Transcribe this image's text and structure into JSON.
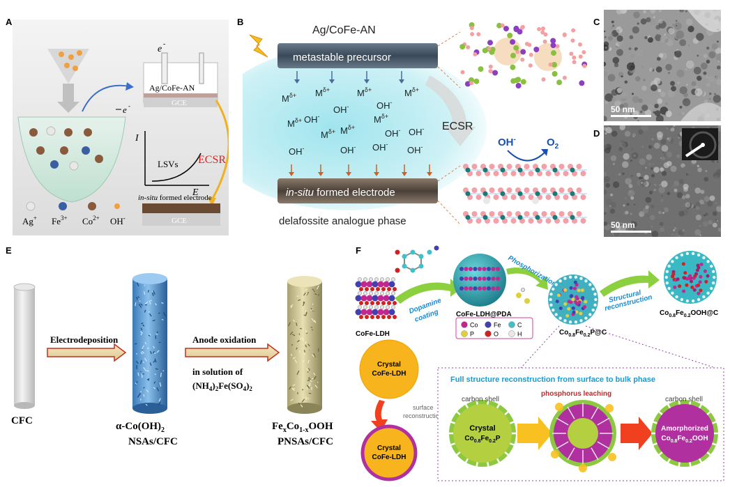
{
  "panels": {
    "a": "A",
    "b": "B",
    "c": "C",
    "d": "D",
    "e": "E",
    "f": "F"
  },
  "panel_a": {
    "electron_top": "e",
    "electron_top_sup": "-",
    "electron_left": "e",
    "electron_left_sup": "-",
    "catalyst_label": "Ag/CoFe-AN",
    "electrode_label": "GCE",
    "axis_y": "I",
    "axis_x": "E",
    "curve_label": "LSVs",
    "process_label": "ECSR",
    "formed_label_italic": "in-situ",
    "formed_label_rest": " formed electrode",
    "electrode_label_bottom": "GCE",
    "legend": [
      {
        "ion": "Ag",
        "sup": "+",
        "color": "#e8e8e8"
      },
      {
        "ion": "Fe",
        "sup": "3+",
        "color": "#3a5fa0"
      },
      {
        "ion": "Co",
        "sup": "2+",
        "color": "#8a5a3c"
      },
      {
        "ion": "OH",
        "sup": "-",
        "color": "#f0a040"
      }
    ]
  },
  "panel_b": {
    "title": "Ag/CoFe-AN",
    "precursor_label": "metastable precursor",
    "ion_m": "M",
    "ion_m_sup": "δ+",
    "ion_oh": "OH",
    "ion_oh_sup": "-",
    "process_label": "ECSR",
    "oh_label": "OH",
    "oh_sup": "-",
    "o2_label": "O",
    "o2_sub": "2",
    "formed_italic": "in-situ",
    "formed_rest": " formed electrode",
    "phase_label": "delafossite analogue phase"
  },
  "panel_c": {
    "scale": "50 nm"
  },
  "panel_d": {
    "scale": "50 nm"
  },
  "panel_e": {
    "step1": "Electrodeposition",
    "step2": "Anode oxidation",
    "step2_sub1": "in solution of",
    "step2_sub2_a": "(NH",
    "step2_sub2_b": "4",
    "step2_sub2_c": ")",
    "step2_sub2_d": "2",
    "step2_sub2_e": "Fe(SO",
    "step2_sub2_f": "4",
    "step2_sub2_g": ")",
    "step2_sub2_h": "2",
    "cfc": "CFC",
    "mid_line1_a": "α-Co(OH)",
    "mid_line1_b": "2",
    "mid_line2": "NSAs/CFC",
    "right_line1_a": "Fe",
    "right_line1_b": "x",
    "right_line1_c": "Co",
    "right_line1_d": "1-x",
    "right_line1_e": "OOH",
    "right_line2": "PNSAs/CFC"
  },
  "panel_f": {
    "ldh_label": "CoFe-LDH",
    "dopamine_1": "Dopamine",
    "dopamine_2": "coating",
    "pda_label": "CoFe-LDH@PDA",
    "phos_label": "Phosphorization",
    "struct_1": "Structural",
    "struct_2": "reconstruction",
    "final_label": "Co",
    "final_sub1": "0.8",
    "final_mid": "Fe",
    "final_sub2": "0.2",
    "final_rest": "OOH@C",
    "cop_label": "Co",
    "cop_sub1": "0.8",
    "cop_mid": "Fe",
    "cop_sub2": "0.2",
    "cop_rest": "P@C",
    "legend": [
      {
        "sym": "Co",
        "color": "#c02890"
      },
      {
        "sym": "Fe",
        "color": "#4040b0"
      },
      {
        "sym": "C",
        "color": "#40c0c8"
      },
      {
        "sym": "P",
        "color": "#e0d040"
      },
      {
        "sym": "O",
        "color": "#d02020"
      },
      {
        "sym": "H",
        "color": "#e8e8e8"
      }
    ],
    "crystal_ldh_1": "Crystal",
    "crystal_ldh_2": "CoFe-LDH",
    "surface_1": "surface",
    "surface_2": "reconstruction",
    "crystal_ldh2_1": "Crystal",
    "crystal_ldh2_2": "CoFe-LDH",
    "full_title": "Full structure reconstruction from surface to bulk phase",
    "carbon_shell": "carbon shell",
    "crystal_p_1": "Crystal",
    "crystal_p_2a": "Co",
    "crystal_p_2b": "0.8",
    "crystal_p_2c": "Fe",
    "crystal_p_2d": "0.2",
    "crystal_p_2e": "P",
    "leaching": "phosphorus leaching",
    "carbon_shell_2": "carbon shell",
    "amorph_1": "Amorphorized",
    "amorph_2a": "Co",
    "amorph_2b": "0.8",
    "amorph_2c": "Fe",
    "amorph_2d": "0.2",
    "amorph_2e": "OOH"
  }
}
